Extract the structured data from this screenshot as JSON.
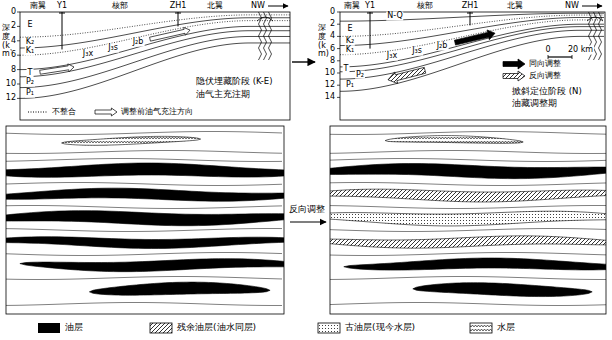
{
  "diagram": {
    "nodes": [
      {
        "text": [
          "隐伏埋藏阶段 (K-E)",
          "油气主充注期"
        ]
      },
      {
        "text": [
          "掀斜定位阶段 (N)",
          "油藏调整期"
        ]
      }
    ],
    "edges": [
      {
        "from": 0,
        "to": 1,
        "arrow": "to"
      }
    ],
    "labels": [
      "南翼",
      "Y1",
      "核部",
      "ZH1",
      "北翼",
      "NW",
      "深度(km)",
      "0",
      "2",
      "4",
      "6",
      "8",
      "10",
      "12",
      "E",
      "K₂",
      "K₁",
      "J₃x",
      "J₃s",
      "J₂b",
      "T",
      "P₂",
      "P₁",
      "南翼",
      "Y1",
      "核部",
      "ZH1",
      "北翼",
      "NW",
      "深度(km)",
      "0",
      "2",
      "4",
      "6",
      "8",
      "10",
      "12",
      "14",
      "N-Q",
      "E",
      "K₂",
      "K₁",
      "J₃x",
      "J₃s",
      "J₂b",
      "T",
      "P₂",
      "P₁",
      "0",
      "20 km",
      "反向调整"
    ],
    "legend": [
      {
        "text": "不整合"
      },
      {
        "text": "调整前油气充注方向"
      },
      {
        "text": "同向调整"
      },
      {
        "text": "反向调整"
      },
      {
        "text": "油层",
        "color": "#000000"
      },
      {
        "text": "残余油层(油水同层)"
      },
      {
        "text": "古油层(现今水层)"
      },
      {
        "text": "水层"
      }
    ]
  }
}
